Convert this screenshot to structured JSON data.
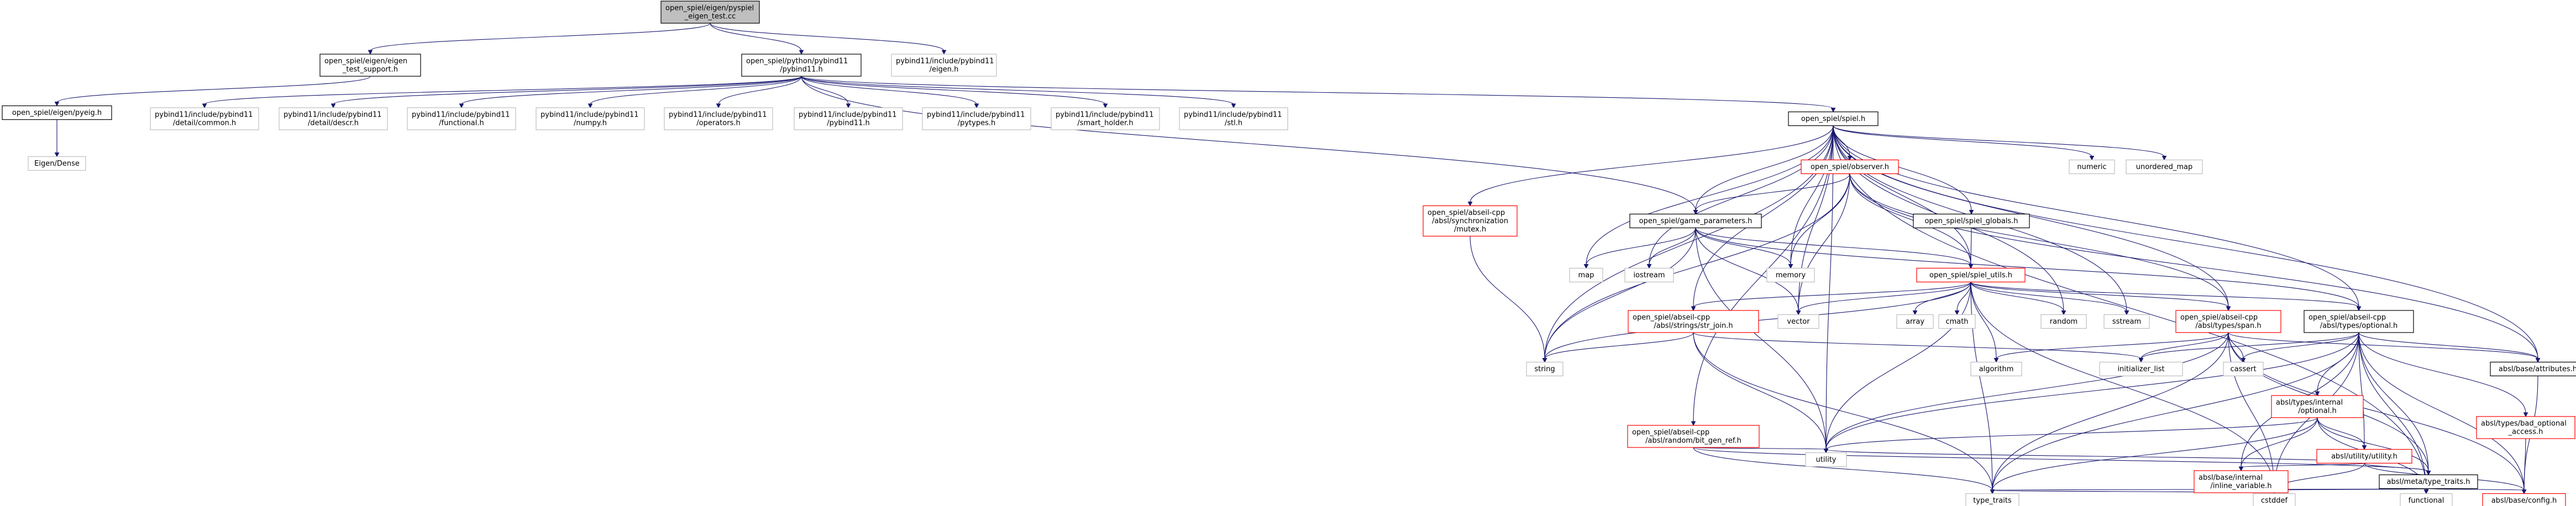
{
  "colors": {
    "root_fill": "#bfbfbf",
    "root_stroke": "#000000",
    "documented_stroke": "#000000",
    "incomplete_stroke": "#ff0000",
    "external_stroke": "#bfbfbf",
    "edge": "#191970"
  },
  "nodes": [
    {
      "id": "root",
      "lines": [
        "open_spiel/eigen/pyspiel",
        "_eigen_test.cc"
      ],
      "style": "root"
    },
    {
      "id": "eigen_support",
      "lines": [
        "open_spiel/eigen/eigen",
        "_test_support.h"
      ],
      "style": "documented"
    },
    {
      "id": "pybind11h",
      "lines": [
        "open_spiel/python/pybind11",
        "/pybind11.h"
      ],
      "style": "documented"
    },
    {
      "id": "pb_eigen",
      "lines": [
        "pybind11/include/pybind11",
        "/eigen.h"
      ],
      "style": "external"
    },
    {
      "id": "pyeig",
      "lines": [
        "open_spiel/eigen/pyeig.h"
      ],
      "style": "documented"
    },
    {
      "id": "pb_common",
      "lines": [
        "pybind11/include/pybind11",
        "/detail/common.h"
      ],
      "style": "external"
    },
    {
      "id": "pb_descr",
      "lines": [
        "pybind11/include/pybind11",
        "/detail/descr.h"
      ],
      "style": "external"
    },
    {
      "id": "pb_functional",
      "lines": [
        "pybind11/include/pybind11",
        "/functional.h"
      ],
      "style": "external"
    },
    {
      "id": "pb_numpy",
      "lines": [
        "pybind11/include/pybind11",
        "/numpy.h"
      ],
      "style": "external"
    },
    {
      "id": "pb_operators",
      "lines": [
        "pybind11/include/pybind11",
        "/operators.h"
      ],
      "style": "external"
    },
    {
      "id": "pb_pybind11",
      "lines": [
        "pybind11/include/pybind11",
        "/pybind11.h"
      ],
      "style": "external"
    },
    {
      "id": "pb_pytypes",
      "lines": [
        "pybind11/include/pybind11",
        "/pytypes.h"
      ],
      "style": "external"
    },
    {
      "id": "pb_smart",
      "lines": [
        "pybind11/include/pybind11",
        "/smart_holder.h"
      ],
      "style": "external"
    },
    {
      "id": "pb_stl",
      "lines": [
        "pybind11/include/pybind11",
        "/stl.h"
      ],
      "style": "external"
    },
    {
      "id": "spielh",
      "lines": [
        "open_spiel/spiel.h"
      ],
      "style": "documented"
    },
    {
      "id": "eigen_dense",
      "lines": [
        "Eigen/Dense"
      ],
      "style": "external"
    },
    {
      "id": "observer",
      "lines": [
        "open_spiel/observer.h"
      ],
      "style": "incomplete"
    },
    {
      "id": "numeric",
      "lines": [
        "numeric"
      ],
      "style": "external"
    },
    {
      "id": "unordered_map",
      "lines": [
        "unordered_map"
      ],
      "style": "external"
    },
    {
      "id": "mutex",
      "lines": [
        "open_spiel/abseil-cpp",
        "/absl/synchronization",
        "/mutex.h"
      ],
      "style": "incomplete"
    },
    {
      "id": "game_params",
      "lines": [
        "open_spiel/game_parameters.h"
      ],
      "style": "documented"
    },
    {
      "id": "spiel_globals",
      "lines": [
        "open_spiel/spiel_globals.h"
      ],
      "style": "documented"
    },
    {
      "id": "map",
      "lines": [
        "map"
      ],
      "style": "external"
    },
    {
      "id": "iostream",
      "lines": [
        "iostream"
      ],
      "style": "external"
    },
    {
      "id": "memory",
      "lines": [
        "memory"
      ],
      "style": "external"
    },
    {
      "id": "spiel_utils",
      "lines": [
        "open_spiel/spiel_utils.h"
      ],
      "style": "incomplete"
    },
    {
      "id": "str_join",
      "lines": [
        "open_spiel/abseil-cpp",
        "/absl/strings/str_join.h"
      ],
      "style": "incomplete"
    },
    {
      "id": "vector",
      "lines": [
        "vector"
      ],
      "style": "external"
    },
    {
      "id": "array",
      "lines": [
        "array"
      ],
      "style": "external"
    },
    {
      "id": "cmath",
      "lines": [
        "cmath"
      ],
      "style": "external"
    },
    {
      "id": "random",
      "lines": [
        "random"
      ],
      "style": "external"
    },
    {
      "id": "sstream",
      "lines": [
        "sstream"
      ],
      "style": "external"
    },
    {
      "id": "span",
      "lines": [
        "open_spiel/abseil-cpp",
        "/absl/types/span.h"
      ],
      "style": "incomplete"
    },
    {
      "id": "optional",
      "lines": [
        "open_spiel/abseil-cpp",
        "/absl/types/optional.h"
      ],
      "style": "documented"
    },
    {
      "id": "string",
      "lines": [
        "string"
      ],
      "style": "external"
    },
    {
      "id": "algorithm",
      "lines": [
        "algorithm"
      ],
      "style": "external"
    },
    {
      "id": "initializer_list",
      "lines": [
        "initializer_list"
      ],
      "style": "external"
    },
    {
      "id": "cassert",
      "lines": [
        "cassert"
      ],
      "style": "external"
    },
    {
      "id": "attributes",
      "lines": [
        "absl/base/attributes.h"
      ],
      "style": "documented"
    },
    {
      "id": "internal_optional",
      "lines": [
        "absl/types/internal",
        "/optional.h"
      ],
      "style": "incomplete"
    },
    {
      "id": "bad_optional",
      "lines": [
        "absl/types/bad_optional",
        "_access.h"
      ],
      "style": "incomplete"
    },
    {
      "id": "bit_gen_ref",
      "lines": [
        "open_spiel/abseil-cpp",
        "/absl/random/bit_gen_ref.h"
      ],
      "style": "incomplete"
    },
    {
      "id": "utility_h",
      "lines": [
        "absl/utility/utility.h"
      ],
      "style": "incomplete"
    },
    {
      "id": "utility",
      "lines": [
        "utility"
      ],
      "style": "external"
    },
    {
      "id": "inline_variable",
      "lines": [
        "absl/base/internal",
        "/inline_variable.h"
      ],
      "style": "incomplete"
    },
    {
      "id": "meta_type_traits",
      "lines": [
        "absl/meta/type_traits.h"
      ],
      "style": "documented"
    },
    {
      "id": "type_traits",
      "lines": [
        "type_traits"
      ],
      "style": "external"
    },
    {
      "id": "cstddef",
      "lines": [
        "cstddef"
      ],
      "style": "external"
    },
    {
      "id": "functional",
      "lines": [
        "functional"
      ],
      "style": "external"
    },
    {
      "id": "config",
      "lines": [
        "absl/base/config.h"
      ],
      "style": "incomplete"
    }
  ],
  "edges": [
    [
      "root",
      "eigen_support"
    ],
    [
      "root",
      "pybind11h"
    ],
    [
      "root",
      "pb_eigen"
    ],
    [
      "eigen_support",
      "pyeig"
    ],
    [
      "pyeig",
      "eigen_dense"
    ],
    [
      "pybind11h",
      "pb_common"
    ],
    [
      "pybind11h",
      "pb_descr"
    ],
    [
      "pybind11h",
      "pb_functional"
    ],
    [
      "pybind11h",
      "pb_numpy"
    ],
    [
      "pybind11h",
      "pb_operators"
    ],
    [
      "pybind11h",
      "pb_pybind11"
    ],
    [
      "pybind11h",
      "pb_pytypes"
    ],
    [
      "pybind11h",
      "pb_smart"
    ],
    [
      "pybind11h",
      "pb_stl"
    ],
    [
      "pybind11h",
      "spielh"
    ],
    [
      "pybind11h",
      "game_params"
    ],
    [
      "spielh",
      "observer"
    ],
    [
      "spielh",
      "numeric"
    ],
    [
      "spielh",
      "unordered_map"
    ],
    [
      "spielh",
      "mutex"
    ],
    [
      "spielh",
      "game_params"
    ],
    [
      "spielh",
      "spiel_globals"
    ],
    [
      "spielh",
      "map"
    ],
    [
      "spielh",
      "iostream"
    ],
    [
      "spielh",
      "memory"
    ],
    [
      "spielh",
      "spiel_utils"
    ],
    [
      "spielh",
      "str_join"
    ],
    [
      "spielh",
      "vector"
    ],
    [
      "spielh",
      "random"
    ],
    [
      "spielh",
      "sstream"
    ],
    [
      "spielh",
      "span"
    ],
    [
      "spielh",
      "optional"
    ],
    [
      "spielh",
      "string"
    ],
    [
      "spielh",
      "bit_gen_ref"
    ],
    [
      "spielh",
      "utility"
    ],
    [
      "spielh",
      "functional"
    ],
    [
      "spielh",
      "attributes"
    ],
    [
      "observer",
      "game_params"
    ],
    [
      "observer",
      "spiel_utils"
    ],
    [
      "observer",
      "memory"
    ],
    [
      "observer",
      "string"
    ],
    [
      "observer",
      "vector"
    ],
    [
      "observer",
      "span"
    ],
    [
      "observer",
      "attributes"
    ],
    [
      "mutex",
      "string"
    ],
    [
      "game_params",
      "map"
    ],
    [
      "game_params",
      "iostream"
    ],
    [
      "game_params",
      "memory"
    ],
    [
      "game_params",
      "spiel_utils"
    ],
    [
      "game_params",
      "string"
    ],
    [
      "game_params",
      "utility"
    ],
    [
      "game_params",
      "vector"
    ],
    [
      "game_params",
      "optional"
    ],
    [
      "spiel_globals",
      "spiel_utils"
    ],
    [
      "spiel_utils",
      "str_join"
    ],
    [
      "spiel_utils",
      "string"
    ],
    [
      "spiel_utils",
      "vector"
    ],
    [
      "spiel_utils",
      "array"
    ],
    [
      "spiel_utils",
      "cmath"
    ],
    [
      "spiel_utils",
      "random"
    ],
    [
      "spiel_utils",
      "sstream"
    ],
    [
      "spiel_utils",
      "span"
    ],
    [
      "spiel_utils",
      "optional"
    ],
    [
      "spiel_utils",
      "algorithm"
    ],
    [
      "spiel_utils",
      "utility"
    ],
    [
      "spiel_utils",
      "type_traits"
    ],
    [
      "spiel_utils",
      "cstddef"
    ],
    [
      "str_join",
      "string"
    ],
    [
      "str_join",
      "initializer_list"
    ],
    [
      "str_join",
      "utility"
    ],
    [
      "str_join",
      "type_traits"
    ],
    [
      "span",
      "algorithm"
    ],
    [
      "span",
      "initializer_list"
    ],
    [
      "span",
      "cassert"
    ],
    [
      "span",
      "utility"
    ],
    [
      "span",
      "type_traits"
    ],
    [
      "span",
      "cstddef"
    ],
    [
      "span",
      "meta_type_traits"
    ],
    [
      "span",
      "attributes"
    ],
    [
      "span",
      "config"
    ],
    [
      "optional",
      "initializer_list"
    ],
    [
      "optional",
      "cassert"
    ],
    [
      "optional",
      "attributes"
    ],
    [
      "optional",
      "internal_optional"
    ],
    [
      "optional",
      "bad_optional"
    ],
    [
      "optional",
      "utility_h"
    ],
    [
      "optional",
      "utility"
    ],
    [
      "optional",
      "type_traits"
    ],
    [
      "optional",
      "functional"
    ],
    [
      "optional",
      "meta_type_traits"
    ],
    [
      "optional",
      "inline_variable"
    ],
    [
      "optional",
      "config"
    ],
    [
      "optional",
      "cstddef"
    ],
    [
      "attributes",
      "config"
    ],
    [
      "bad_optional",
      "config"
    ],
    [
      "internal_optional",
      "utility_h"
    ],
    [
      "internal_optional",
      "utility"
    ],
    [
      "internal_optional",
      "type_traits"
    ],
    [
      "internal_optional",
      "functional"
    ],
    [
      "internal_optional",
      "meta_type_traits"
    ],
    [
      "internal_optional",
      "inline_variable"
    ],
    [
      "bit_gen_ref",
      "utility"
    ],
    [
      "bit_gen_ref",
      "type_traits"
    ],
    [
      "bit_gen_ref",
      "meta_type_traits"
    ],
    [
      "utility_h",
      "utility"
    ],
    [
      "utility_h",
      "cstddef"
    ],
    [
      "utility_h",
      "meta_type_traits"
    ],
    [
      "utility_h",
      "inline_variable"
    ],
    [
      "utility_h",
      "config"
    ],
    [
      "inline_variable",
      "type_traits"
    ],
    [
      "meta_type_traits",
      "type_traits"
    ],
    [
      "meta_type_traits",
      "cstddef"
    ],
    [
      "meta_type_traits",
      "functional"
    ],
    [
      "meta_type_traits",
      "config"
    ]
  ]
}
